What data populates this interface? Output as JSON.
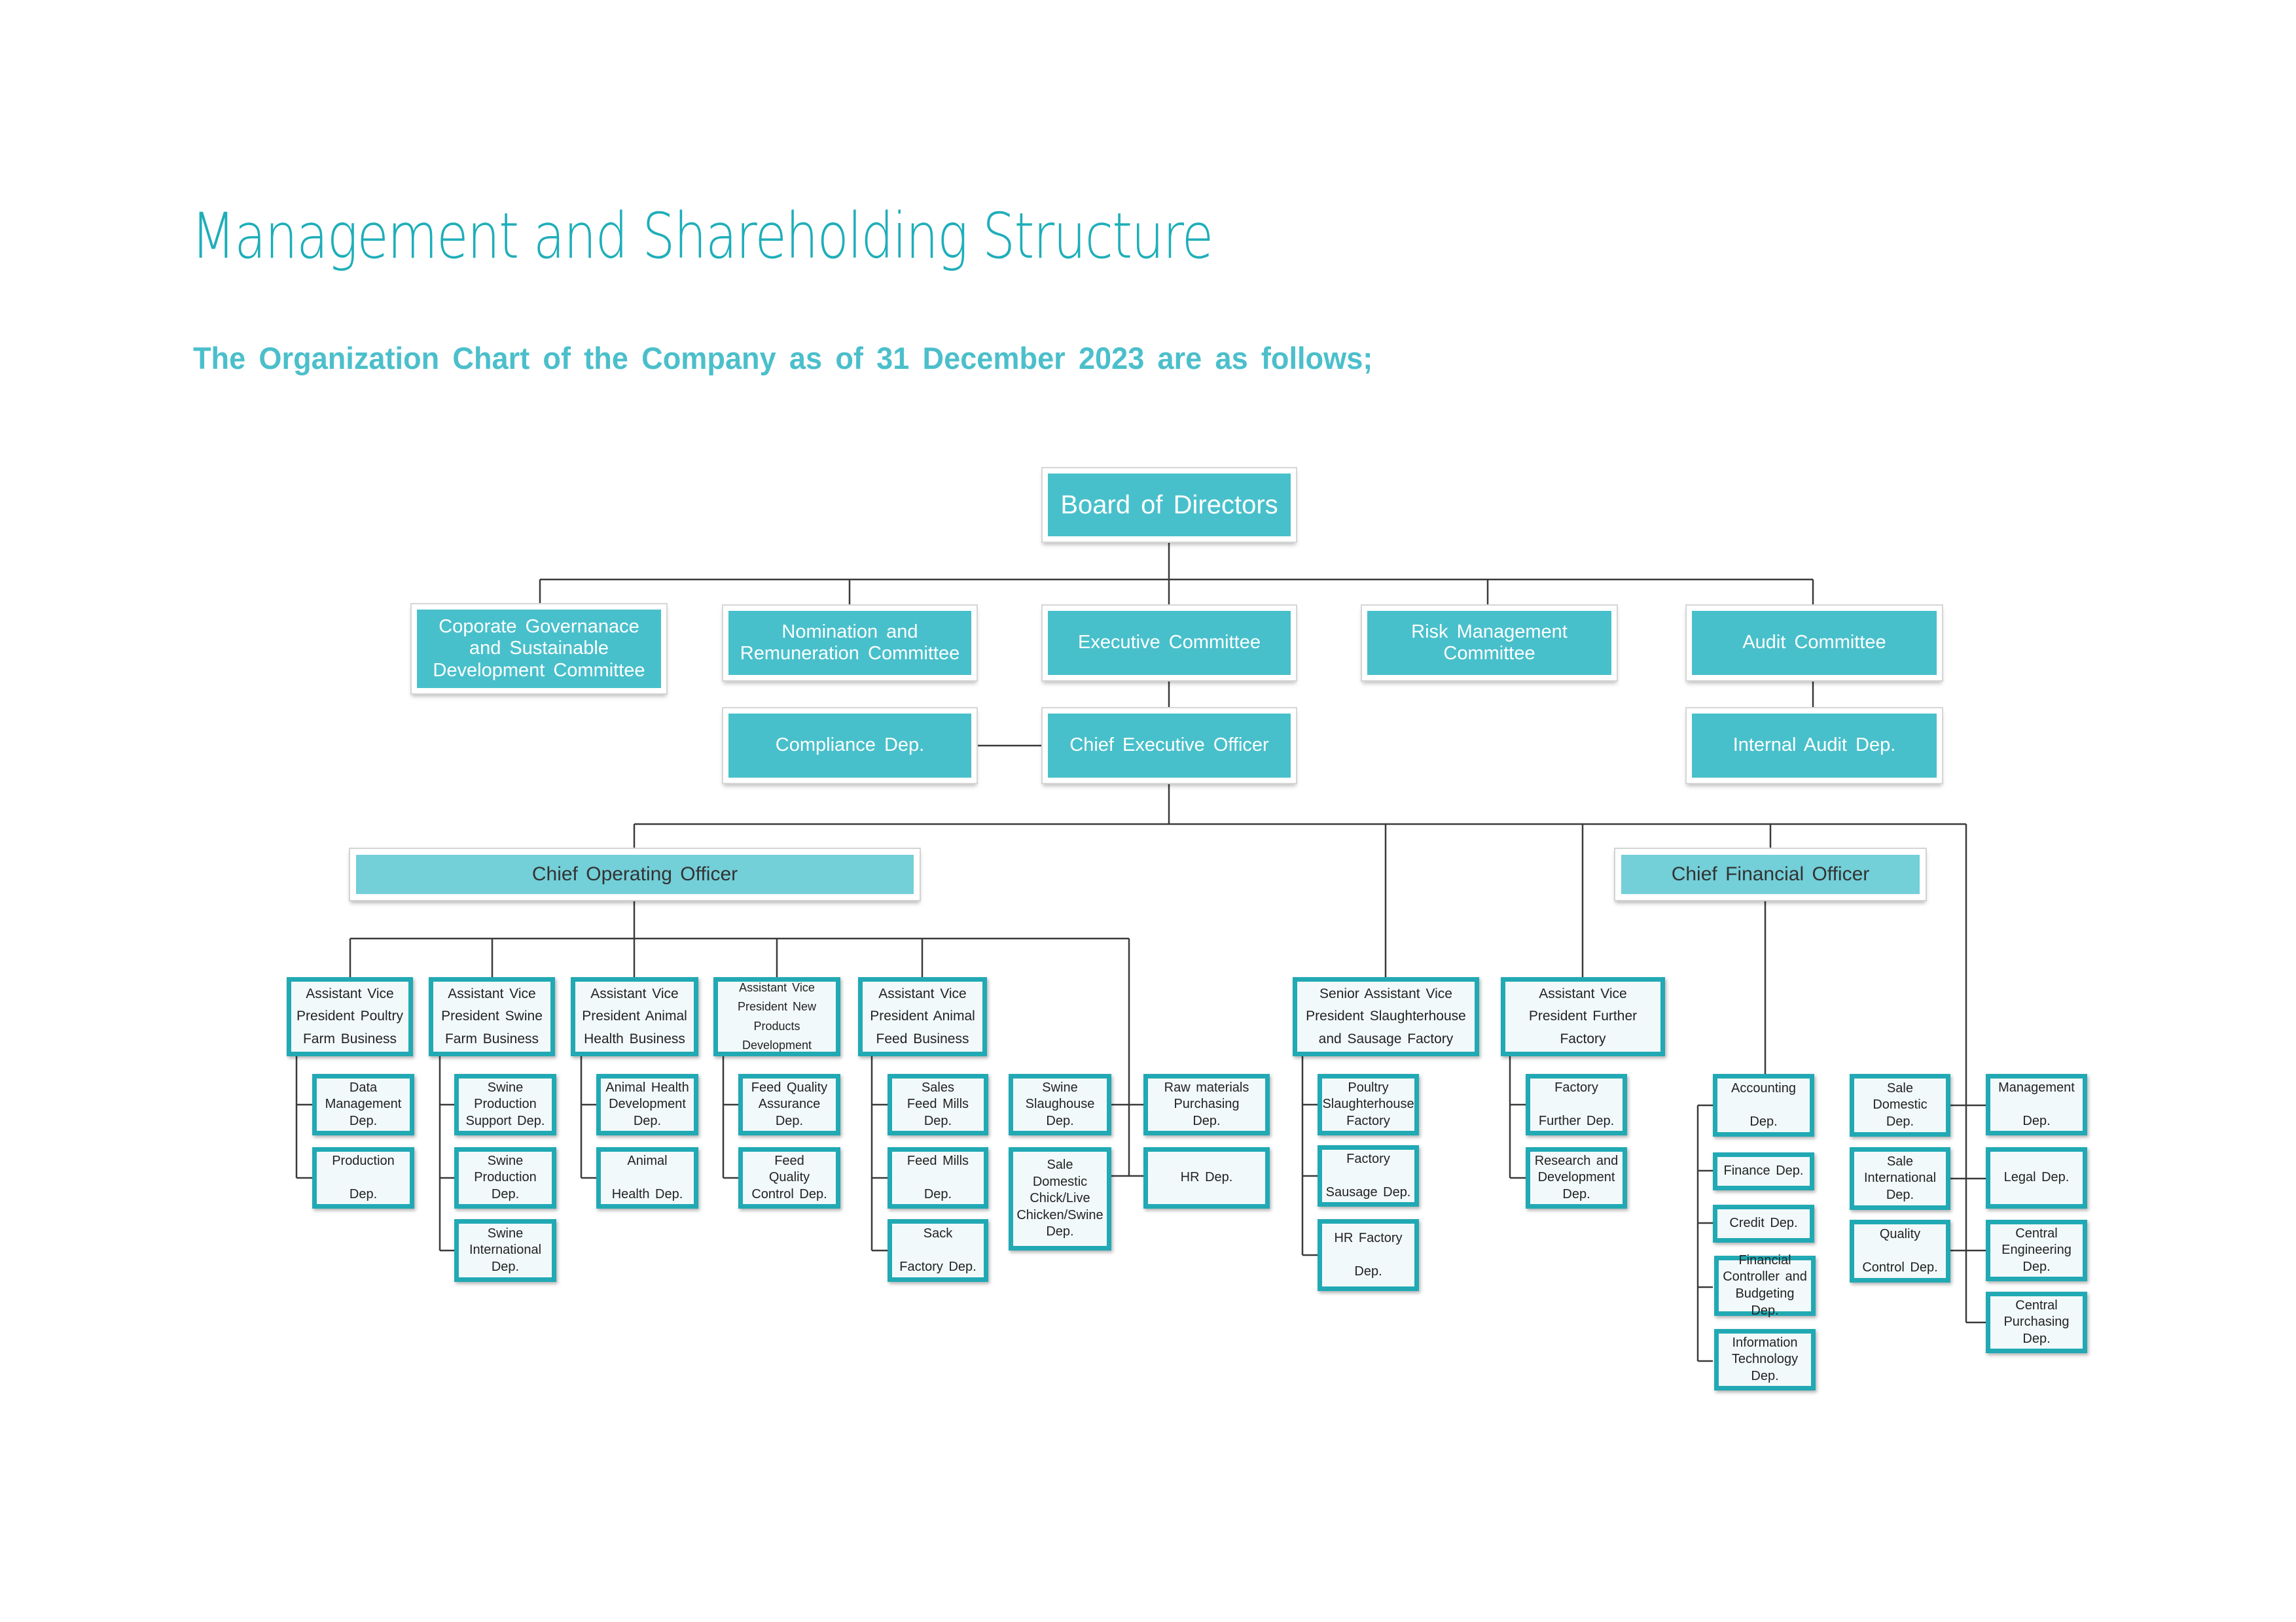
{
  "page": {
    "title": "Management and Shareholding Structure",
    "subtitle": "The Organization Chart of the Company as of 31 December 2023 are as follows;"
  },
  "colors": {
    "title": "#1EAEB9",
    "subtitle": "#4BBFCB",
    "top_box_fill": "#48C0CB",
    "chief_box_fill": "#73CFD8",
    "dept_box_border": "#21A9B4",
    "dept_box_fill": "#F2F9FA",
    "connector": "#3A3A3A"
  },
  "org": {
    "board": "Board of Directors",
    "committees": [
      "Coporate Governanace\nand Sustainable\nDevelopment Committee",
      "Nomination and\nRemuneration Committee",
      "Executive Committee",
      "Risk Management\nCommittee",
      "Audit Committee"
    ],
    "compliance": "Compliance Dep.",
    "ceo": "Chief Executive Officer",
    "internal_audit": "Internal Audit Dep.",
    "coo": "Chief Operating Officer",
    "cfo": "Chief Financial Officer",
    "coo_units": [
      {
        "head": "Assistant Vice\nPresident Poultry\nFarm Business",
        "depts": [
          "Data\nManagement\nDep.",
          "Production\n\nDep."
        ]
      },
      {
        "head": "Assistant Vice\nPresident Swine\nFarm Business",
        "depts": [
          "Swine\nProduction\nSupport Dep.",
          "Swine\nProduction\nDep.",
          "Swine\nInternational\nDep."
        ]
      },
      {
        "head": "Assistant Vice\nPresident Animal\nHealth Business",
        "depts": [
          "Animal Health\nDevelopment\nDep.",
          "Animal\n\nHealth Dep."
        ]
      },
      {
        "head": "Assistant Vice\nPresident New\nProducts Development",
        "depts": [
          "Feed Quality\nAssurance\nDep.",
          "Feed\nQuality\nControl Dep."
        ]
      },
      {
        "head": "Assistant Vice\nPresident Animal\nFeed Business",
        "depts": [
          "Sales\nFeed Mills\nDep.",
          "Feed Mills\n\nDep.",
          "Sack\n\nFactory Dep."
        ]
      }
    ],
    "coo_direct_left": [
      "Swine\nSlaughouse\nDep.",
      "Sale\nDomestic\nChick/Live\nChicken/Swine\nDep."
    ],
    "coo_direct_right": [
      "Raw materials\nPurchasing\nDep.",
      "HR Dep."
    ],
    "slaughter_unit": {
      "head": "Senior Assistant Vice\nPresident Slaughterhouse\nand Sausage Factory",
      "depts": [
        "Poultry\nSlaughterhouse\nFactory",
        "Factory\n\nSausage Dep.",
        "HR Factory\n\nDep."
      ]
    },
    "further_unit": {
      "head": "Assistant Vice\nPresident Further\nFactory",
      "depts": [
        "Factory\n\nFurther Dep.",
        "Research and\nDevelopment\nDep."
      ]
    },
    "cfo_depts": [
      "Accounting\n\nDep.",
      "Finance Dep.",
      "Credit Dep.",
      "Financial\nController and\nBudgeting Dep.",
      "Information\nTechnology\nDep."
    ],
    "ceo_direct_left": [
      "Sale\nDomestic\nDep.",
      "Sale\nInternational\nDep.",
      "Quality\n\nControl Dep."
    ],
    "ceo_direct_right": [
      "Management\n\nDep.",
      "Legal Dep.",
      "Central\nEngineering\nDep.",
      "Central\nPurchasing\nDep."
    ]
  }
}
